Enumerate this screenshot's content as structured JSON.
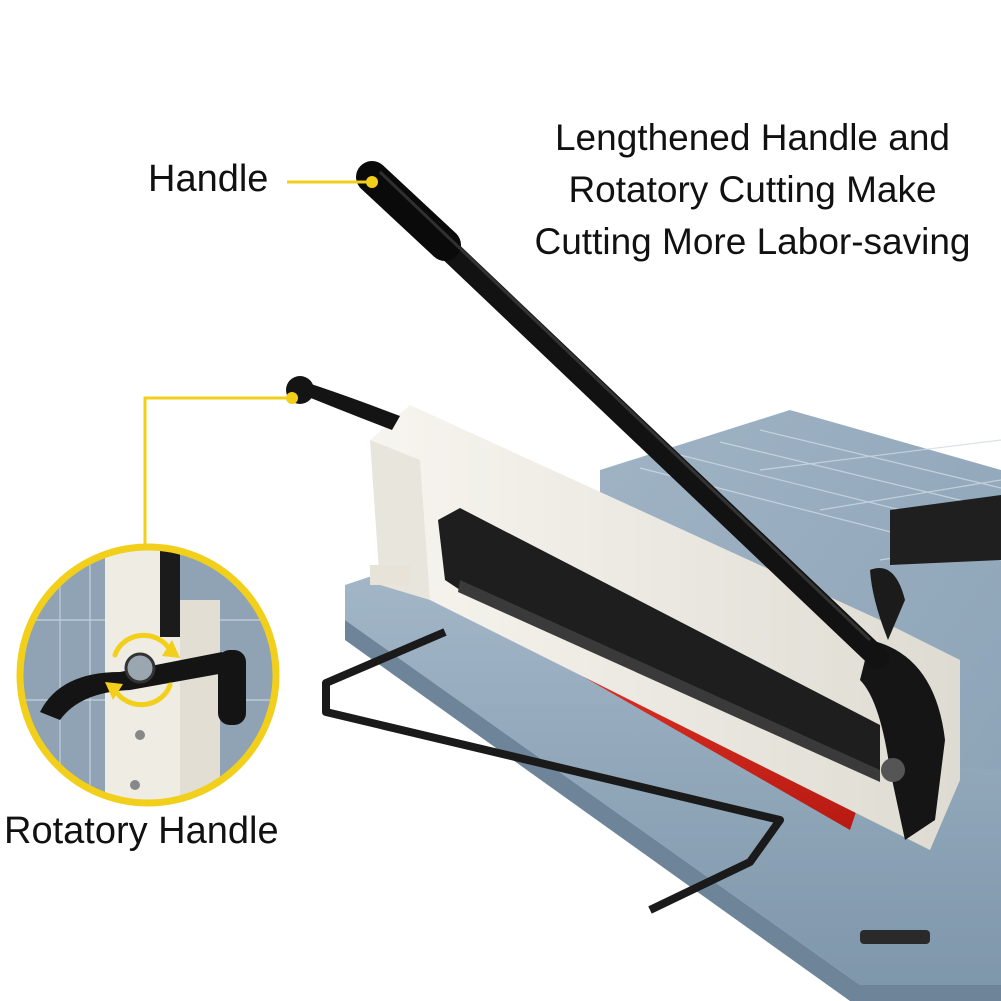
{
  "labels": {
    "handle": "Handle",
    "rotatory_handle": "Rotatory Handle"
  },
  "headline": {
    "line1": "Lengthened Handle and",
    "line2": "Rotatory Cutting Make",
    "line3": "Cutting More Labor-saving"
  },
  "colors": {
    "callout": "#f2cf1a",
    "board": "#93a9bc",
    "base": "#8ea5b9",
    "frame": "#efece4",
    "blade": "#1d1d1d",
    "red_strip": "#d8261c",
    "handle": "#141414"
  },
  "icons": {
    "rotate": "rotate-arrows-icon"
  }
}
